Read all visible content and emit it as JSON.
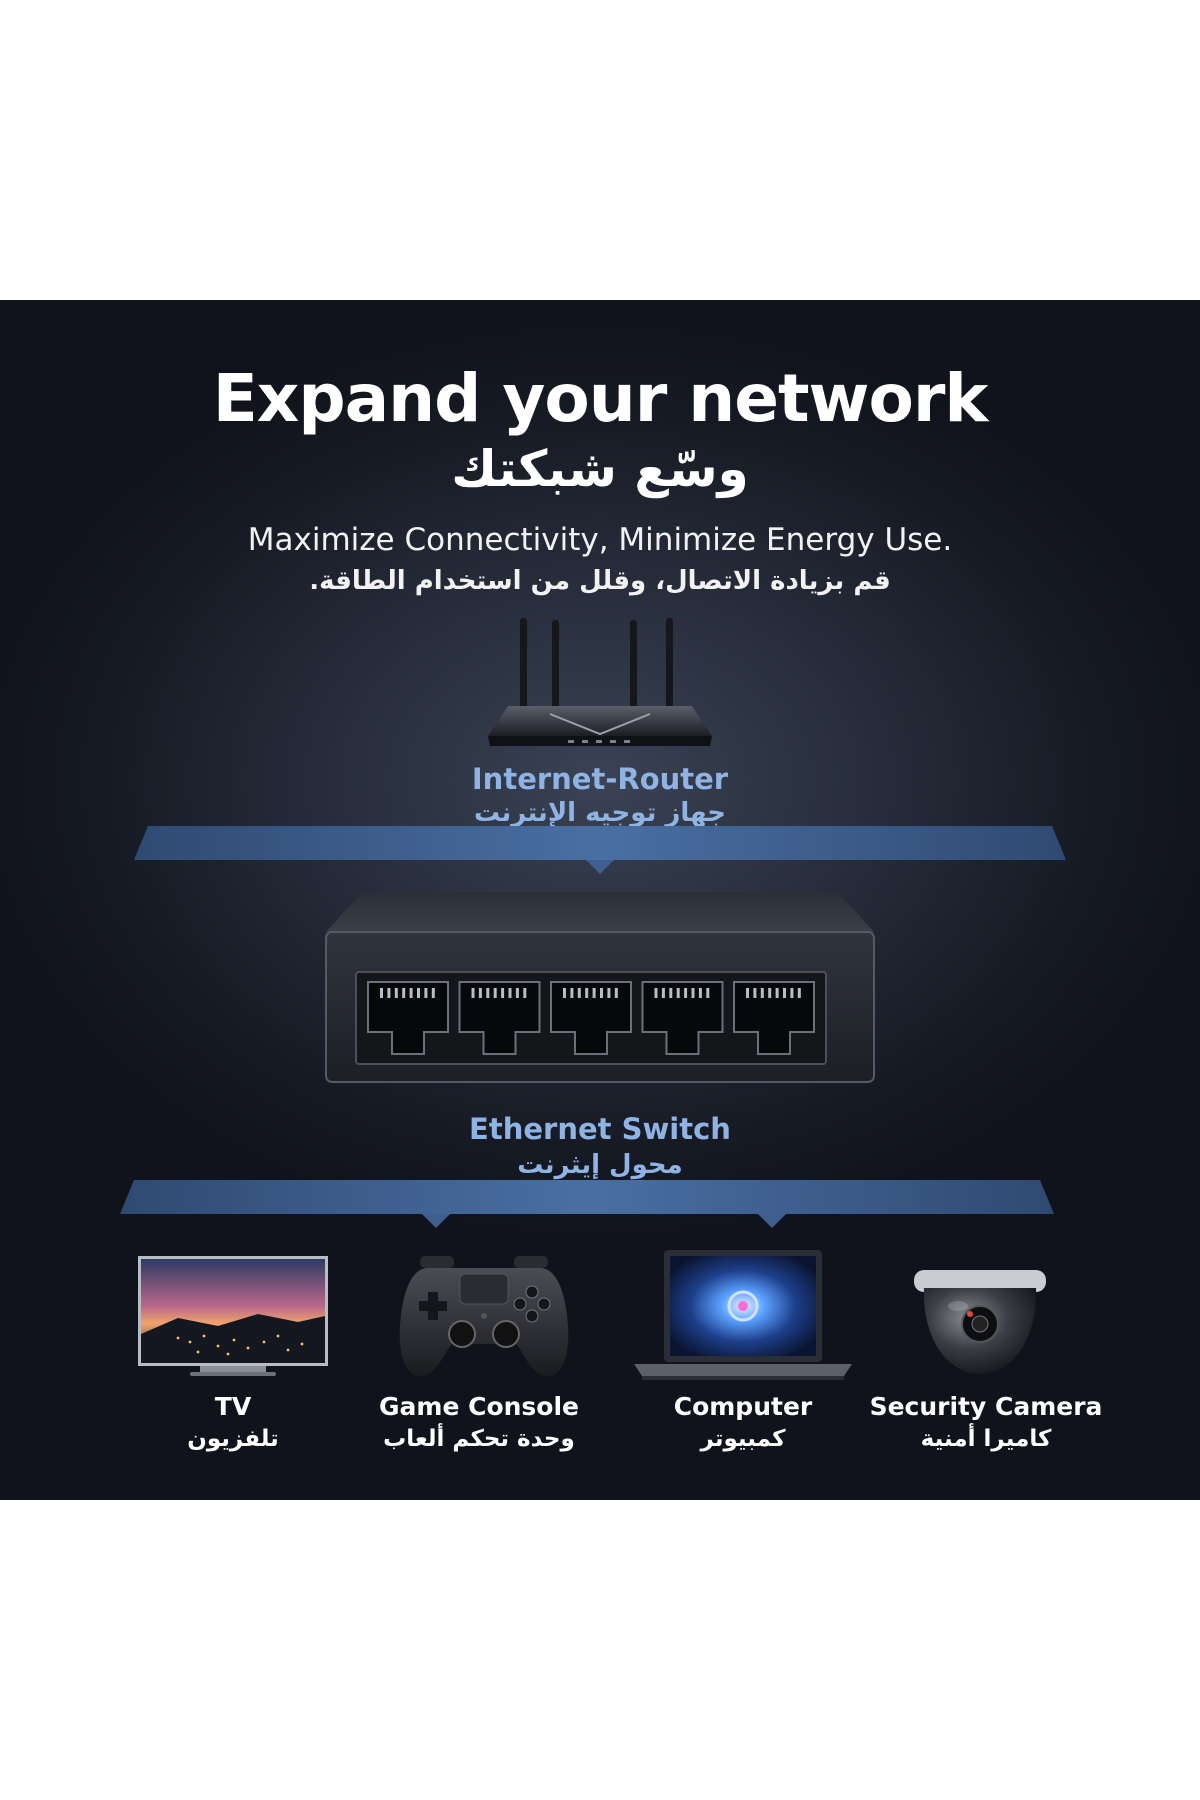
{
  "headline": {
    "title_en": "Expand your network",
    "title_ar": "وسّع شبكتك",
    "subtitle_en": "Maximize Connectivity, Minimize Energy Use.",
    "subtitle_ar": "قم بزيادة الاتصال، وقلل من استخدام الطاقة."
  },
  "router": {
    "label_en": "Internet-Router",
    "label_ar": "جهاز توجيه الإنترنت",
    "icon": "router-icon"
  },
  "switch": {
    "label_en": "Ethernet Switch",
    "label_ar": "محول إيثرنت",
    "icon": "ethernet-switch-icon",
    "port_count": 5
  },
  "devices": [
    {
      "label_en": "TV",
      "label_ar": "تلفزيون",
      "icon": "tv-icon"
    },
    {
      "label_en": "Game Console",
      "label_ar": "وحدة تحكم ألعاب",
      "icon": "game-controller-icon"
    },
    {
      "label_en": "Computer",
      "label_ar": "كمبيوتر",
      "icon": "laptop-icon"
    },
    {
      "label_en": "Security Camera",
      "label_ar": "كاميرا أمنية",
      "icon": "dome-camera-icon"
    }
  ],
  "colors": {
    "background": "#1b202b",
    "accent_blue": "#8fb4e4",
    "band_blue": "#3d5f8e",
    "text": "#ffffff"
  }
}
